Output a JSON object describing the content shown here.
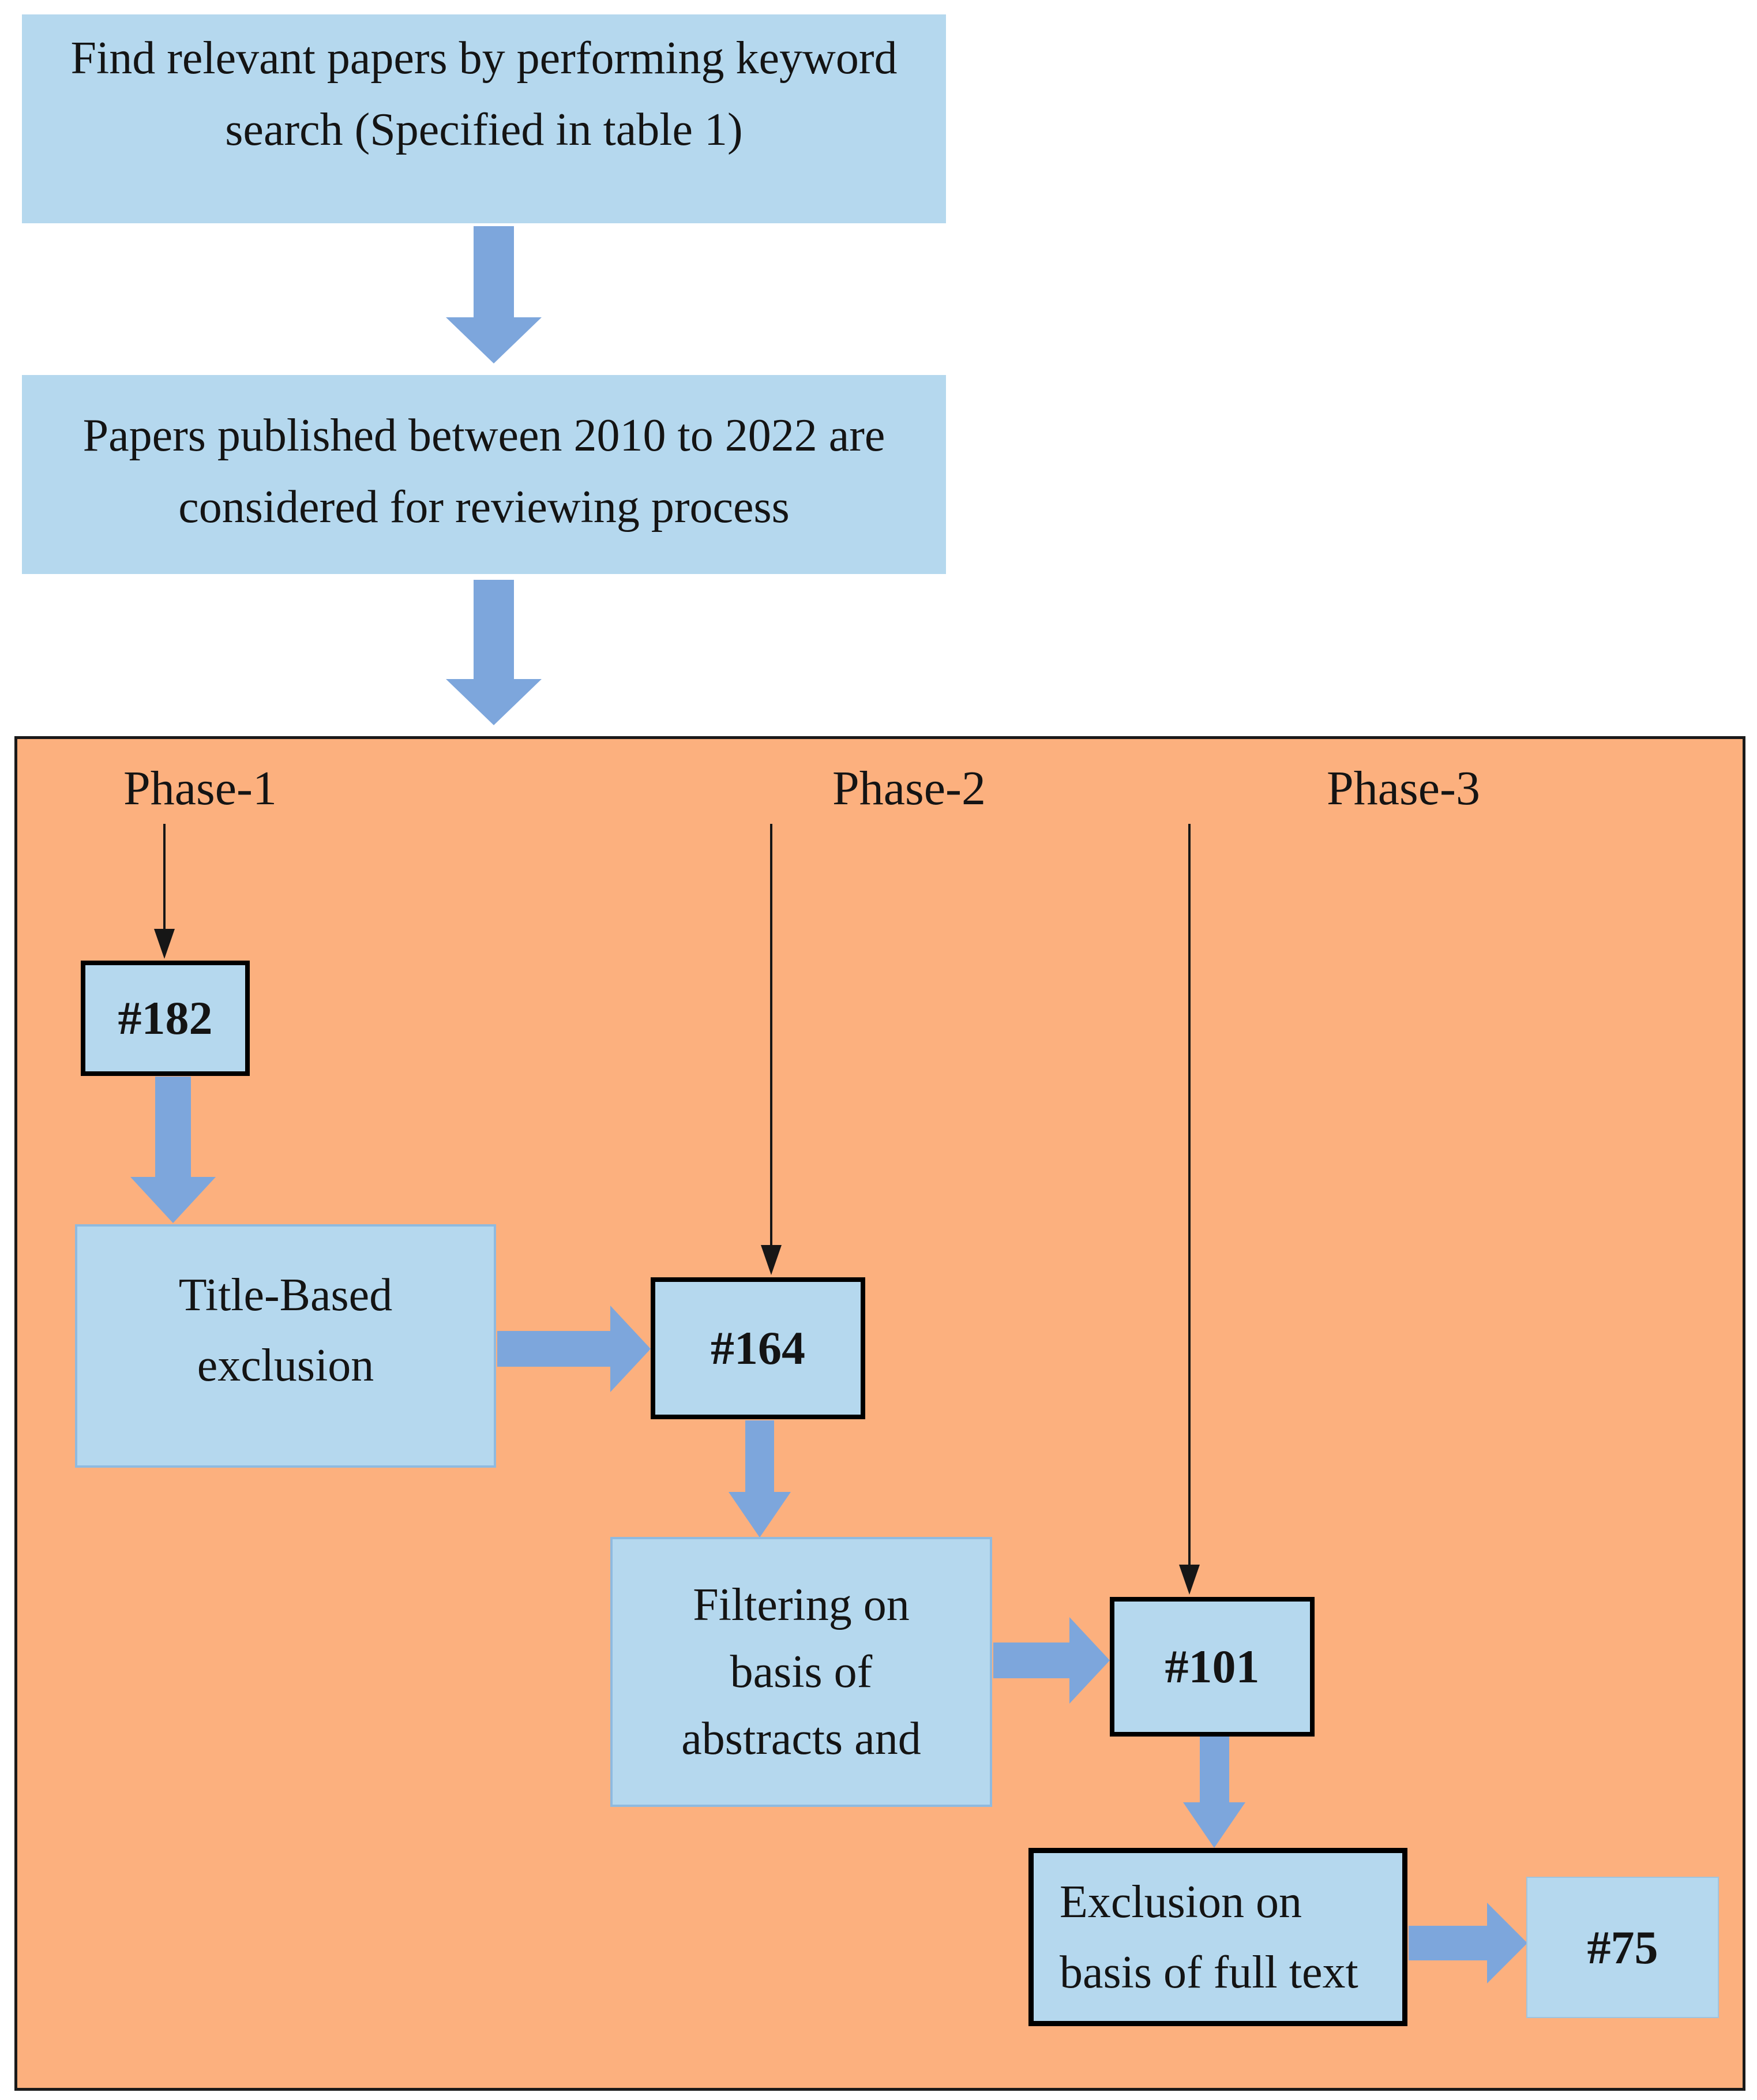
{
  "intro_boxes": [
    {
      "lines": [
        "Find relevant papers by performing keyword",
        "search (Specified in table 1)"
      ]
    },
    {
      "lines": [
        "Papers published between 2010 to 2022 are",
        "considered for reviewing process"
      ]
    }
  ],
  "phase_labels": [
    "Phase-1",
    "Phase-2",
    "Phase-3"
  ],
  "count_boxes": [
    {
      "label": "#182"
    },
    {
      "label": "#164"
    },
    {
      "label": "#101"
    },
    {
      "label": "#75"
    }
  ],
  "process_boxes": [
    {
      "lines": [
        "Title-Based",
        "exclusion"
      ]
    },
    {
      "lines": [
        "Filtering on",
        "basis of",
        "abstracts and"
      ]
    },
    {
      "lines": [
        "Exclusion on",
        "basis of full text"
      ]
    }
  ],
  "colors": {
    "box_fill": "#b5d8ee",
    "arrow_blue": "#7da6dc",
    "panel_orange": "#fcb07e",
    "outline_black": "#141414",
    "soft_border": "#8fbadf"
  }
}
